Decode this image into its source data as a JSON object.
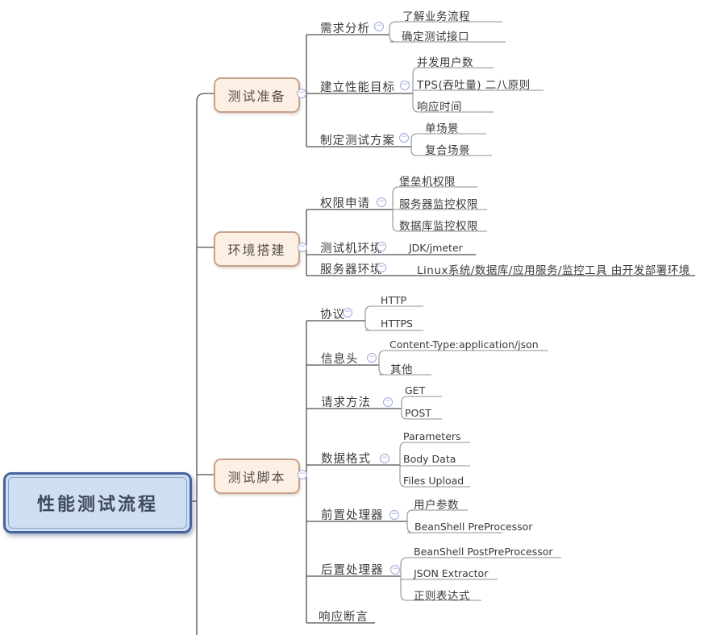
{
  "root": {
    "label": "性能测试流程"
  },
  "branches": [
    {
      "label": "测试准备",
      "children": [
        {
          "label": "需求分析",
          "children": [
            {
              "label": "了解业务流程"
            },
            {
              "label": "确定测试接口"
            }
          ]
        },
        {
          "label": "建立性能目标",
          "children": [
            {
              "label": "并发用户数"
            },
            {
              "label": "TPS(吞吐量) 二八原则"
            },
            {
              "label": "响应时间"
            }
          ]
        },
        {
          "label": "制定测试方案",
          "children": [
            {
              "label": "单场景"
            },
            {
              "label": "复合场景"
            }
          ]
        }
      ]
    },
    {
      "label": "环境搭建",
      "children": [
        {
          "label": "权限申请",
          "children": [
            {
              "label": "堡垒机权限"
            },
            {
              "label": "服务器监控权限"
            },
            {
              "label": "数据库监控权限"
            }
          ]
        },
        {
          "label": "测试机环境",
          "children": [
            {
              "label": "JDK/jmeter"
            }
          ]
        },
        {
          "label": "服务器环境",
          "children": [
            {
              "label": "Linux系统/数据库/应用服务/监控工具 由开发部署环境"
            }
          ]
        }
      ]
    },
    {
      "label": "测试脚本",
      "children": [
        {
          "label": "协议",
          "children": [
            {
              "label": "HTTP"
            },
            {
              "label": "HTTPS"
            }
          ]
        },
        {
          "label": "信息头",
          "children": [
            {
              "label": "Content-Type:application/json"
            },
            {
              "label": "其他"
            }
          ]
        },
        {
          "label": "请求方法",
          "children": [
            {
              "label": "GET"
            },
            {
              "label": "POST"
            }
          ]
        },
        {
          "label": "数据格式",
          "children": [
            {
              "label": "Parameters"
            },
            {
              "label": "Body Data"
            },
            {
              "label": "Files Upload"
            }
          ]
        },
        {
          "label": "前置处理器",
          "children": [
            {
              "label": "用户参数"
            },
            {
              "label": "BeanShell PreProcessor"
            }
          ]
        },
        {
          "label": "后置处理器",
          "children": [
            {
              "label": "BeanShell PostPreProcessor"
            },
            {
              "label": "JSON Extractor"
            },
            {
              "label": "正则表达式"
            }
          ]
        },
        {
          "label": "响应断言",
          "children": []
        }
      ]
    }
  ],
  "icons": {
    "collapse_symbol": "−"
  },
  "colors": {
    "root_fill": "#cfdef2",
    "root_border": "#46659f",
    "root_inner": "#8ca0c0",
    "root_text": "#3f4a5f",
    "branch_fill": "#fcf0e5",
    "branch_border": "#c8a18b",
    "branch_text": "#55504b",
    "line_color": "#4f4f4f",
    "subline_color": "#8f8f8f",
    "topic_text": "#3a3a3a",
    "icon_color": "#9fa9d8"
  }
}
